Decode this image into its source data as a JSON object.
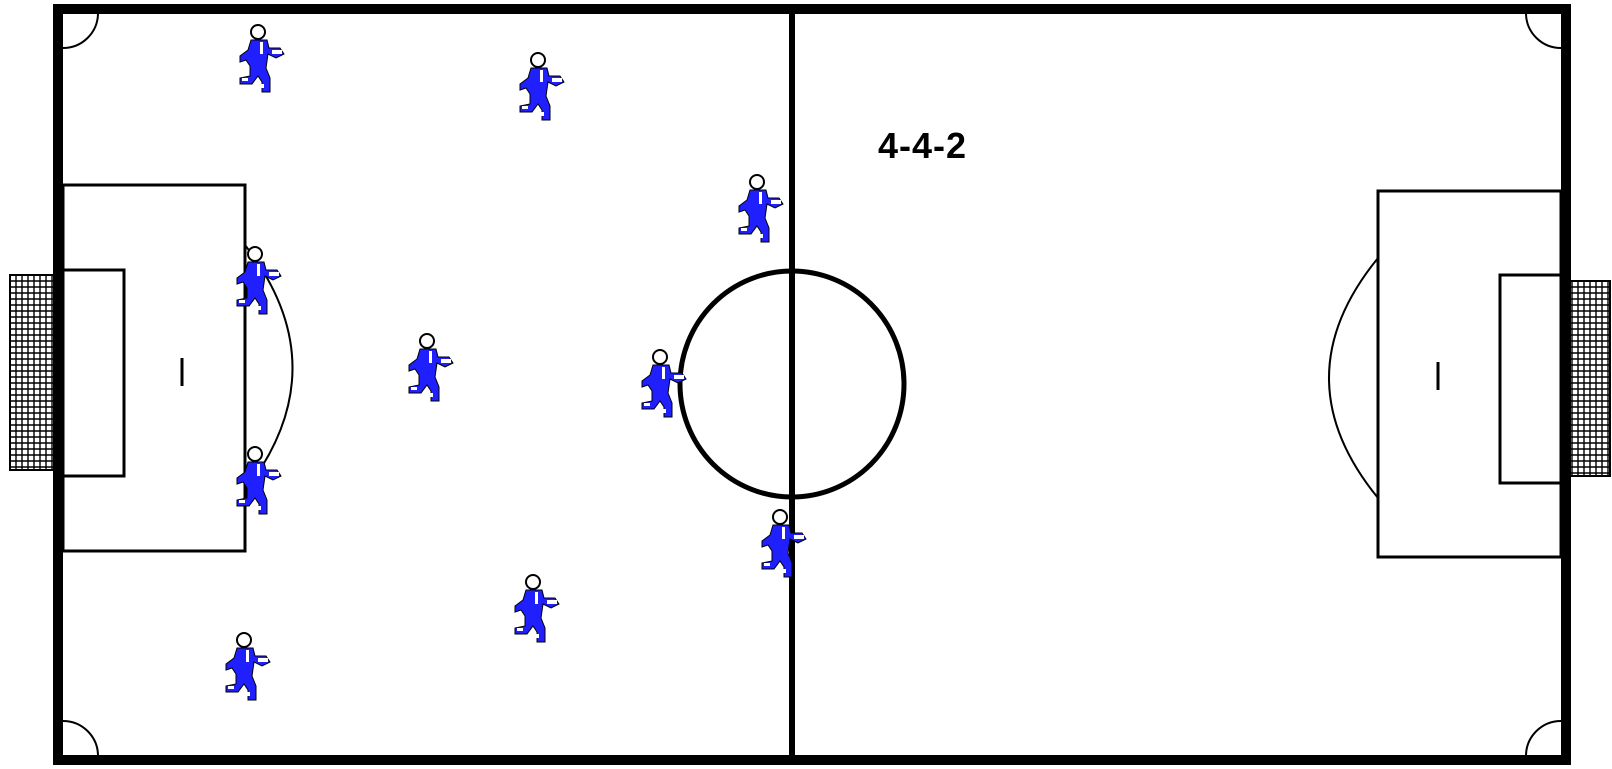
{
  "formation": {
    "label": "4-4-2"
  },
  "team": {
    "color": "#2020ff",
    "outline_color": "#ffffff",
    "skin_color": "#ffffff",
    "players": [
      {
        "role": "left-back"
      },
      {
        "role": "left-center-back"
      },
      {
        "role": "right-center-back"
      },
      {
        "role": "right-back"
      },
      {
        "role": "left-midfielder"
      },
      {
        "role": "left-center-midfielder"
      },
      {
        "role": "right-center-midfielder"
      },
      {
        "role": "right-midfielder"
      },
      {
        "role": "left-forward"
      },
      {
        "role": "right-forward"
      }
    ]
  },
  "pitch": {
    "background_color": "#ffffff",
    "line_color": "#000000"
  }
}
